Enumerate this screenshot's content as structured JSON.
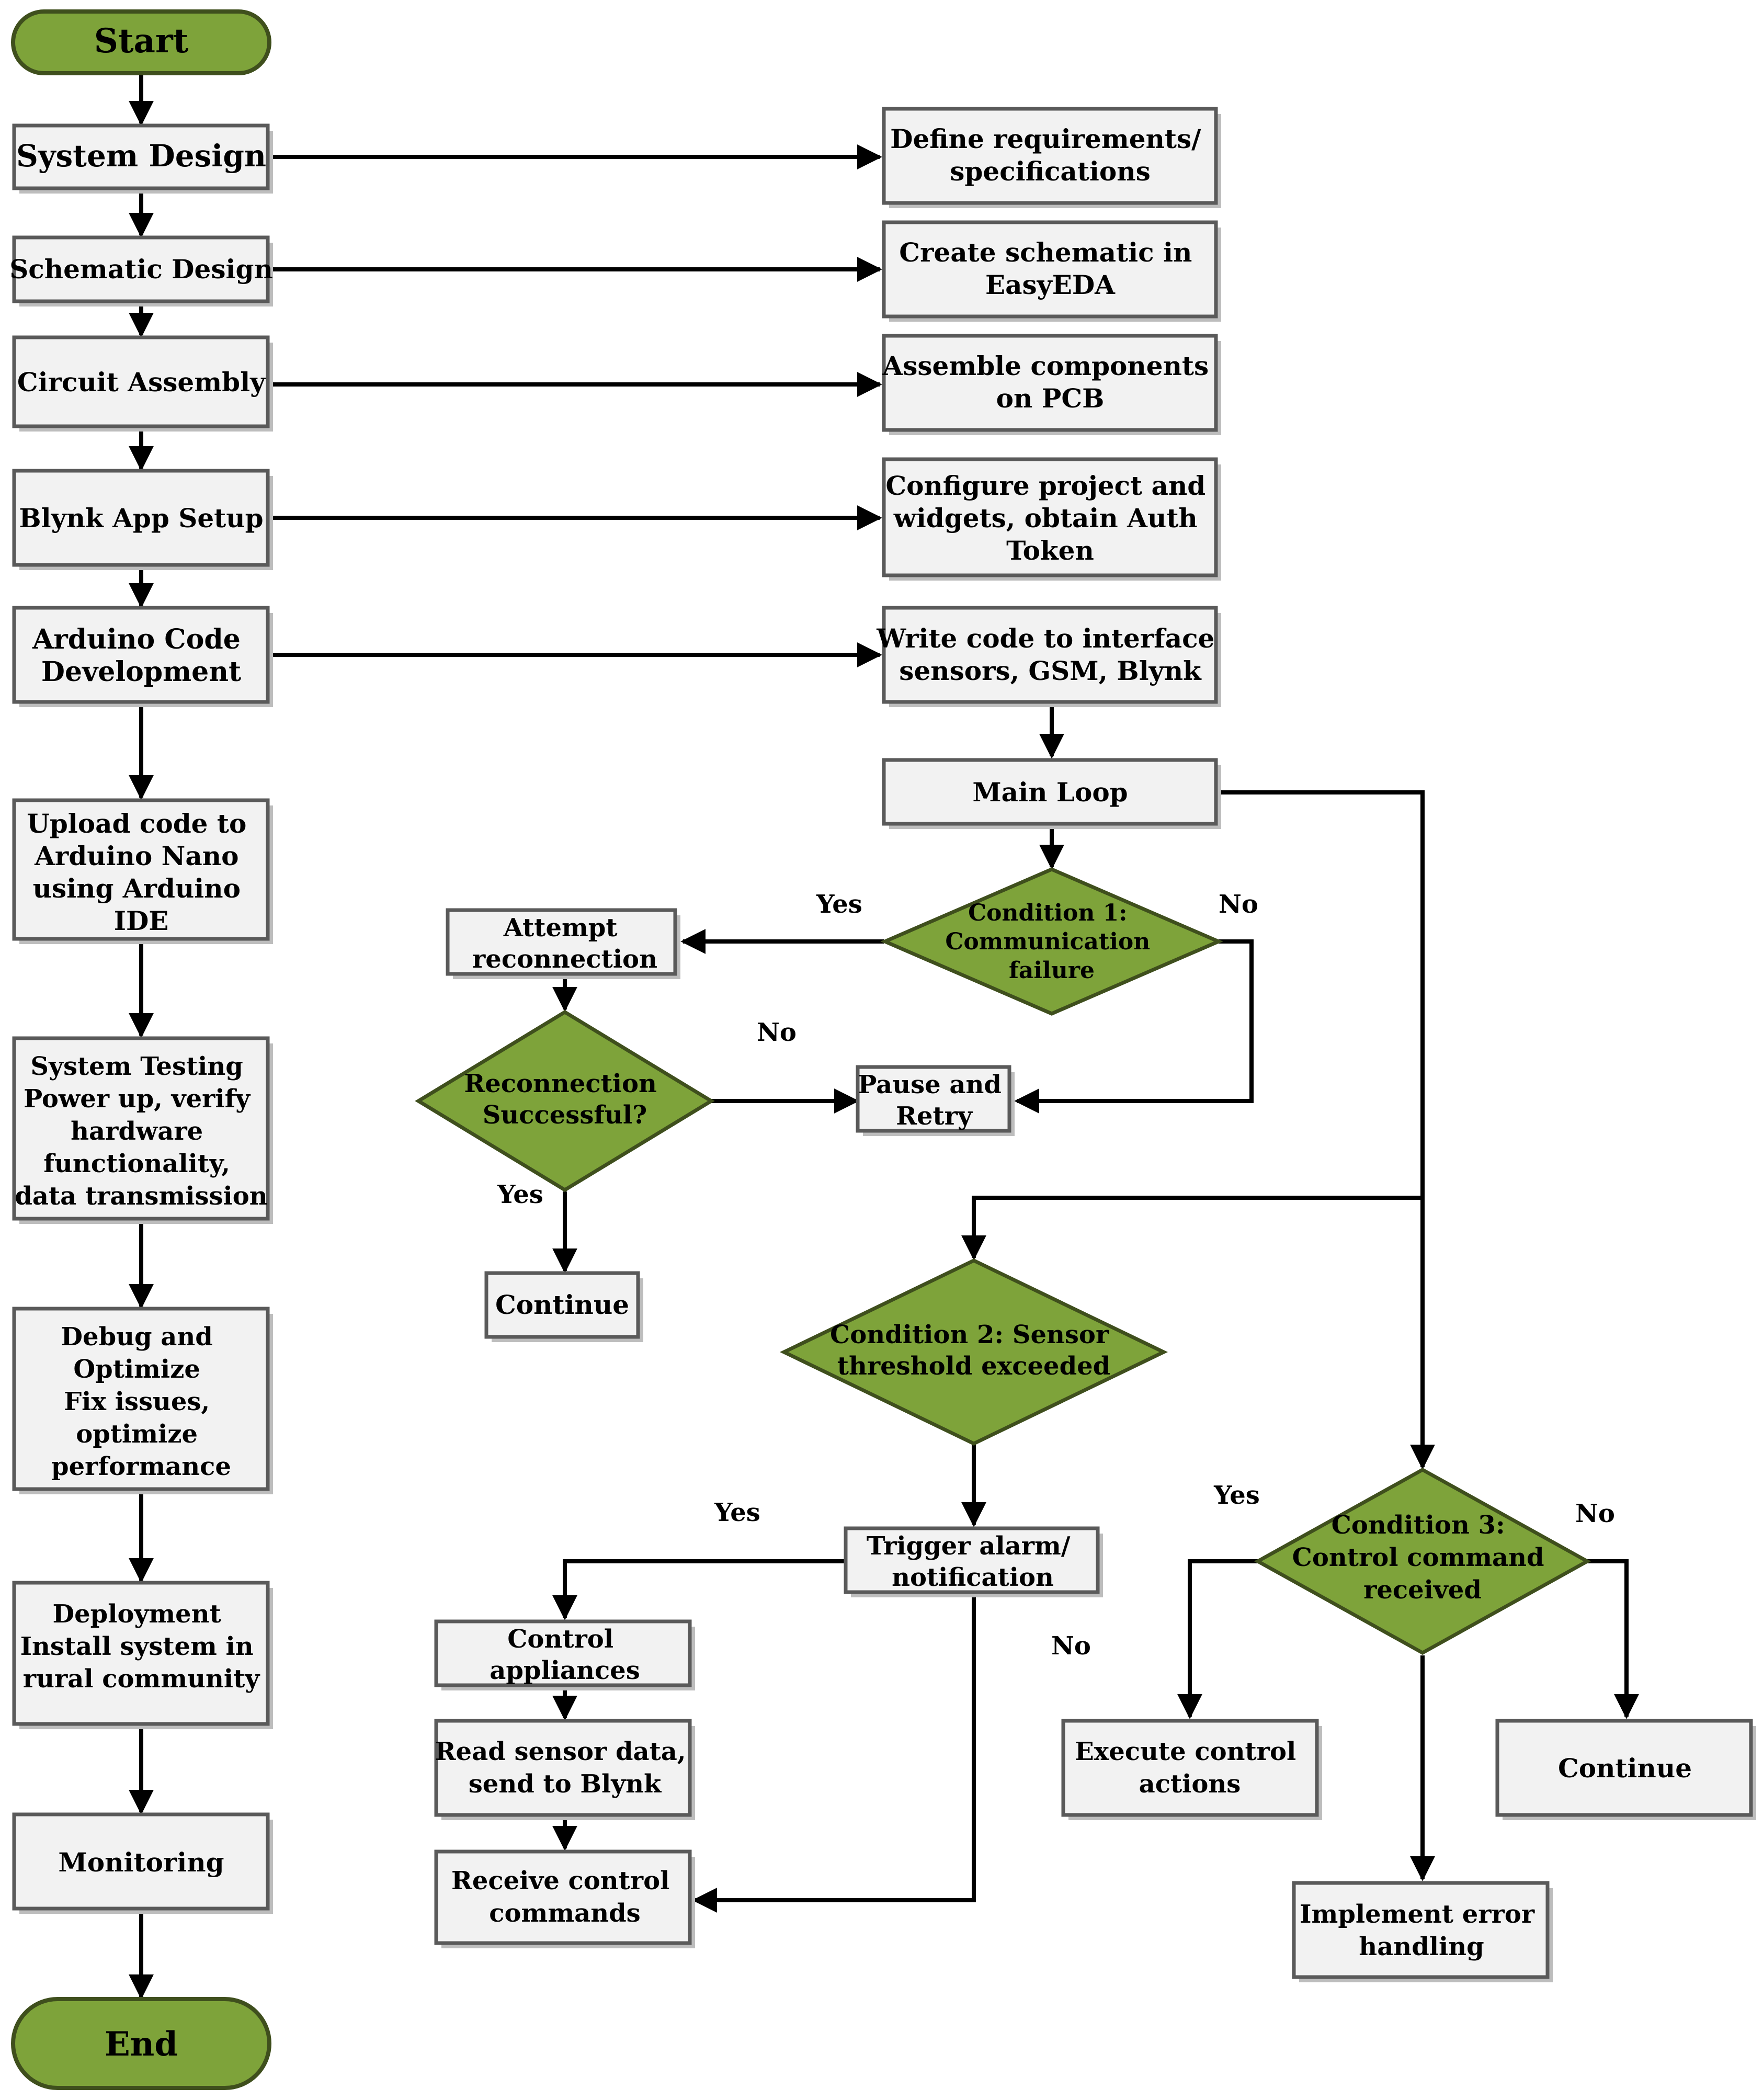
{
  "colors": {
    "accent": "#7ea33a",
    "node_fill": "#f2f2f2",
    "line": "#000000"
  },
  "left": {
    "start": "Start",
    "system_design": "System Design",
    "schematic_design": "Schematic Design",
    "circuit_assembly": "Circuit Assembly",
    "blynk_setup": "Blynk App Setup",
    "arduino_code": [
      "Arduino Code",
      "Development"
    ],
    "upload_code": [
      "Upload code to",
      "Arduino Nano",
      "using Arduino",
      "IDE"
    ],
    "system_testing": [
      "System Testing",
      "Power up, verify",
      "hardware",
      "functionality,",
      "data transmission"
    ],
    "debug": [
      "Debug and",
      "Optimize",
      "Fix issues,",
      "optimize",
      "performance"
    ],
    "deployment": [
      "Deployment",
      "Install system in",
      "rural community"
    ],
    "monitoring": "Monitoring",
    "end": "End"
  },
  "right": {
    "define_req": [
      "Define requirements/",
      "specifications"
    ],
    "create_schematic": [
      "Create schematic in",
      "EasyEDA"
    ],
    "assemble": [
      "Assemble components",
      "on PCB"
    ],
    "configure": [
      "Configure project and",
      "widgets, obtain Auth",
      "Token"
    ],
    "write_code": [
      "Write code to interface",
      "sensors, GSM, Blynk"
    ],
    "main_loop": "Main Loop",
    "cond1": [
      "Condition 1:",
      "Communication",
      "failure"
    ],
    "attempt": [
      "Attempt",
      "reconnection"
    ],
    "reconnect_q": [
      "Reconnection",
      "Successful?"
    ],
    "pause": [
      "Pause and",
      "Retry"
    ],
    "continue_1": "Continue",
    "cond2": [
      "Condition 2: Sensor",
      "threshold exceeded"
    ],
    "trigger": [
      "Trigger alarm/",
      "notification"
    ],
    "control_appl": [
      "Control",
      "appliances"
    ],
    "read_sensor": [
      "Read sensor data,",
      "send to Blynk"
    ],
    "receive_cmd": [
      "Receive control",
      "commands"
    ],
    "cond3": [
      "Condition 3:",
      "Control command",
      "received"
    ],
    "execute": [
      "Execute control",
      "actions"
    ],
    "continue_2": "Continue",
    "error_handling": [
      "Implement error",
      "handling"
    ]
  },
  "edge_labels": {
    "cond1_yes": "Yes",
    "cond1_no": "No",
    "reconnect_no": "No",
    "reconnect_yes": "Yes",
    "cond2_yes": "Yes",
    "cond2_no": "No",
    "cond3_yes": "Yes",
    "cond3_no": "No"
  }
}
